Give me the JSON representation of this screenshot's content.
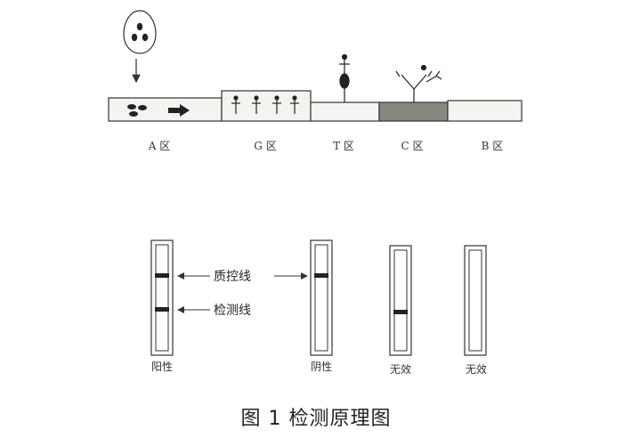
{
  "strip": {
    "zones": [
      {
        "id": "A",
        "label": "A 区"
      },
      {
        "id": "G",
        "label": "G 区"
      },
      {
        "id": "T",
        "label": "T 区"
      },
      {
        "id": "C",
        "label": "C 区"
      },
      {
        "id": "B",
        "label": "B 区"
      }
    ]
  },
  "cassettes": {
    "items": [
      {
        "label": "阳性",
        "control_line": true,
        "test_line": true
      },
      {
        "label": "阴性",
        "control_line": true,
        "test_line": false
      },
      {
        "label": "无效",
        "control_line": false,
        "test_line": true
      },
      {
        "label": "无效",
        "control_line": false,
        "test_line": false
      }
    ],
    "annotations": {
      "control_line": "质控线",
      "test_line": "检测线"
    }
  },
  "caption": "图 1  检测原理图"
}
